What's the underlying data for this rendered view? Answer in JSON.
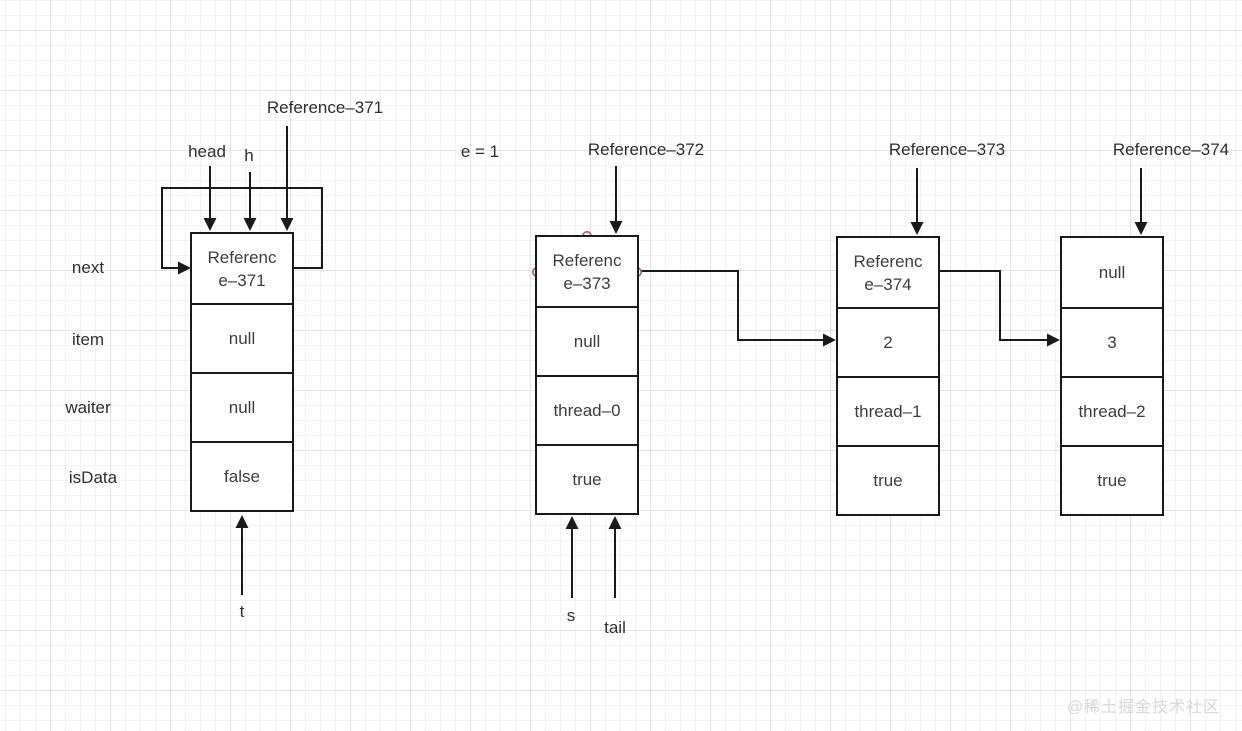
{
  "diagram": {
    "field_labels": [
      "next",
      "item",
      "waiter",
      "isData"
    ],
    "nodes": [
      {
        "name": "node-371",
        "cells": [
          "Referenc\ne–371",
          "null",
          "null",
          "false"
        ]
      },
      {
        "name": "node-372",
        "cells": [
          "Referenc\ne–373",
          "null",
          "thread–0",
          "true"
        ]
      },
      {
        "name": "node-373",
        "cells": [
          "Referenc\ne–374",
          "2",
          "thread–1",
          "true"
        ]
      },
      {
        "name": "node-374",
        "cells": [
          "null",
          "3",
          "thread–2",
          "true"
        ]
      }
    ],
    "pointers": {
      "reference_371": "Reference–371",
      "head": "head",
      "h": "h",
      "t": "t",
      "e_value": "e = 1",
      "reference_372": "Reference–372",
      "s": "s",
      "tail": "tail",
      "reference_373": "Reference–373",
      "reference_374": "Reference–374"
    },
    "watermark": "@稀土掘金技术社区",
    "colors": {
      "line": "#1a1a1a",
      "selection_handle": "#b05a5a",
      "watermark": "#d8d8d8"
    }
  }
}
